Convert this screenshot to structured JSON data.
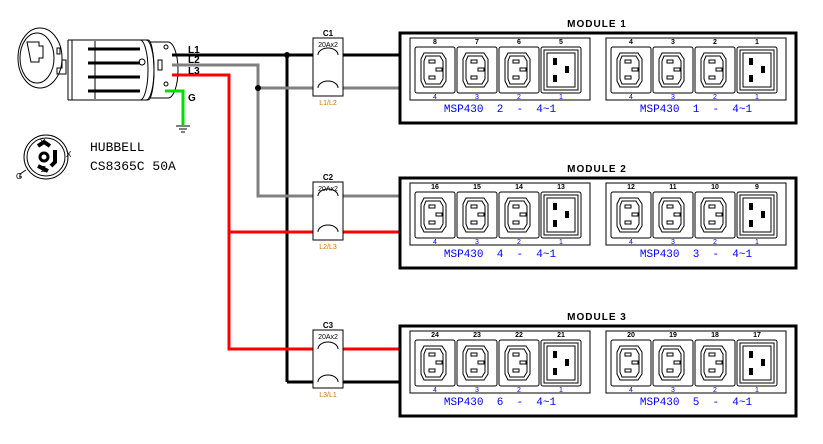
{
  "title": "3-Phase 50A PDU Wiring Diagram",
  "plug": {
    "brand": "HUBBELL",
    "model": "CS8365C 50A",
    "face_pins": [
      "Y",
      "X",
      "Z",
      "G"
    ]
  },
  "wires": [
    {
      "id": "L1",
      "label": "L1",
      "color": "#000000"
    },
    {
      "id": "L2",
      "label": "L2",
      "color": "#808080"
    },
    {
      "id": "L3",
      "label": "L3",
      "color": "#ff0000"
    },
    {
      "id": "G",
      "label": "G",
      "color": "#00cc00"
    }
  ],
  "breakers": [
    {
      "name": "C1",
      "rating": "20Ax2",
      "phases": "L1/L2",
      "top": "L1",
      "bottom": "L2"
    },
    {
      "name": "C2",
      "rating": "20Ax2",
      "phases": "L2/L3",
      "top": "L2",
      "bottom": "L3"
    },
    {
      "name": "C3",
      "rating": "20Ax2",
      "phases": "L3/L1",
      "top": "L3",
      "bottom": "L1"
    }
  ],
  "modules": [
    {
      "title": "MODULE 1",
      "units": [
        {
          "caption": "MSP430  2  -  4~1",
          "outlets": [
            {
              "number": "8",
              "index": "4",
              "type": "C13"
            },
            {
              "number": "7",
              "index": "3",
              "type": "C13"
            },
            {
              "number": "6",
              "index": "2",
              "type": "C13"
            },
            {
              "number": "5",
              "index": "1",
              "type": "C19"
            }
          ]
        },
        {
          "caption": "MSP430  1  -  4~1",
          "outlets": [
            {
              "number": "4",
              "index": "4",
              "type": "C13"
            },
            {
              "number": "3",
              "index": "3",
              "type": "C13"
            },
            {
              "number": "2",
              "index": "2",
              "type": "C13"
            },
            {
              "number": "1",
              "index": "1",
              "type": "C19"
            }
          ]
        }
      ]
    },
    {
      "title": "MODULE 2",
      "units": [
        {
          "caption": "MSP430  4  -  4~1",
          "outlets": [
            {
              "number": "16",
              "index": "4",
              "type": "C13"
            },
            {
              "number": "15",
              "index": "3",
              "type": "C13"
            },
            {
              "number": "14",
              "index": "2",
              "type": "C13"
            },
            {
              "number": "13",
              "index": "1",
              "type": "C19"
            }
          ]
        },
        {
          "caption": "MSP430  3  -  4~1",
          "outlets": [
            {
              "number": "12",
              "index": "4",
              "type": "C13"
            },
            {
              "number": "11",
              "index": "3",
              "type": "C13"
            },
            {
              "number": "10",
              "index": "2",
              "type": "C13"
            },
            {
              "number": "9",
              "index": "1",
              "type": "C19"
            }
          ]
        }
      ]
    },
    {
      "title": "MODULE 3",
      "units": [
        {
          "caption": "MSP430  6  -  4~1",
          "outlets": [
            {
              "number": "24",
              "index": "4",
              "type": "C13"
            },
            {
              "number": "23",
              "index": "3",
              "type": "C13"
            },
            {
              "number": "22",
              "index": "2",
              "type": "C13"
            },
            {
              "number": "21",
              "index": "1",
              "type": "C19"
            }
          ]
        },
        {
          "caption": "MSP430  5  -  4~1",
          "outlets": [
            {
              "number": "20",
              "index": "4",
              "type": "C13"
            },
            {
              "number": "19",
              "index": "3",
              "type": "C13"
            },
            {
              "number": "18",
              "index": "2",
              "type": "C13"
            },
            {
              "number": "17",
              "index": "1",
              "type": "C19"
            }
          ]
        }
      ]
    }
  ],
  "colors": {
    "caption_blue": "#0000ff",
    "breaker_label_orange": "#c87800"
  }
}
